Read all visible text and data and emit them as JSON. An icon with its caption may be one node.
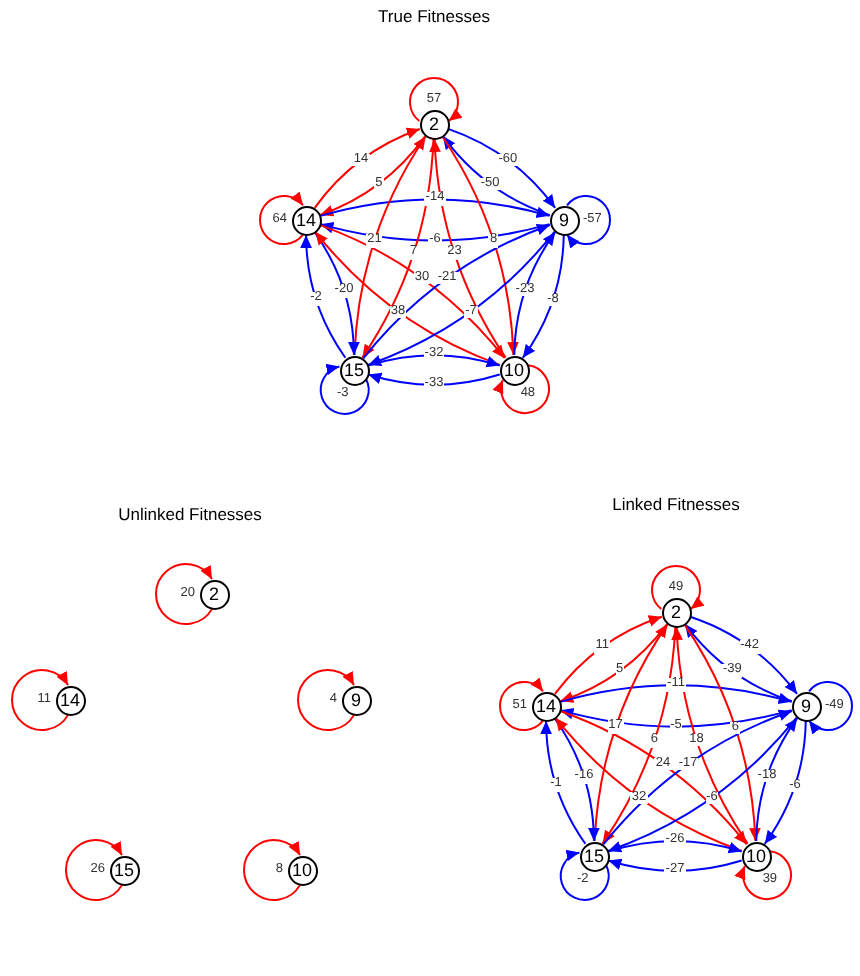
{
  "diagram": {
    "nodes": [
      {
        "text": [
          "2"
        ]
      },
      {
        "text": [
          "14"
        ]
      },
      {
        "text": [
          "9"
        ]
      },
      {
        "text": [
          "15"
        ]
      },
      {
        "text": [
          "10"
        ]
      },
      {
        "text": [
          "2"
        ]
      },
      {
        "text": [
          "14"
        ]
      },
      {
        "text": [
          "9"
        ]
      },
      {
        "text": [
          "15"
        ]
      },
      {
        "text": [
          "10"
        ]
      },
      {
        "text": [
          "2"
        ]
      },
      {
        "text": [
          "14"
        ]
      },
      {
        "text": [
          "9"
        ]
      },
      {
        "text": [
          "15"
        ]
      },
      {
        "text": [
          "10"
        ]
      }
    ],
    "edges": [
      {
        "from": 0,
        "to": 0,
        "arrow": "to",
        "label": "57",
        "color": "#ff0000"
      },
      {
        "from": 1,
        "to": 1,
        "arrow": "to",
        "label": "64",
        "color": "#ff0000"
      },
      {
        "from": 2,
        "to": 2,
        "arrow": "to",
        "label": "-57",
        "color": "#0000ff"
      },
      {
        "from": 3,
        "to": 3,
        "arrow": "to",
        "label": "-3",
        "color": "#0000ff"
      },
      {
        "from": 4,
        "to": 4,
        "arrow": "to",
        "label": "48",
        "color": "#ff0000"
      },
      {
        "from": 1,
        "to": 0,
        "arrow": "to",
        "label": "14",
        "color": "#ff0000"
      },
      {
        "from": 0,
        "to": 1,
        "arrow": "to",
        "label": "5",
        "color": "#ff0000"
      },
      {
        "from": 0,
        "to": 2,
        "arrow": "to",
        "label": "-60",
        "color": "#0000ff"
      },
      {
        "from": 2,
        "to": 0,
        "arrow": "to",
        "label": "-50",
        "color": "#0000ff"
      },
      {
        "from": 1,
        "to": 2,
        "arrow": "to",
        "label": "-14",
        "color": "#0000ff"
      },
      {
        "from": 2,
        "to": 1,
        "arrow": "to",
        "label": "-6",
        "color": "#0000ff"
      },
      {
        "from": 3,
        "to": 0,
        "arrow": "to",
        "label": "21",
        "color": "#ff0000"
      },
      {
        "from": 0,
        "to": 3,
        "arrow": "to",
        "label": "7",
        "color": "#ff0000"
      },
      {
        "from": 4,
        "to": 0,
        "arrow": "to",
        "label": "23",
        "color": "#ff0000"
      },
      {
        "from": 0,
        "to": 4,
        "arrow": "to",
        "label": "8",
        "color": "#ff0000"
      },
      {
        "from": 3,
        "to": 1,
        "arrow": "to",
        "label": "-2",
        "color": "#0000ff"
      },
      {
        "from": 1,
        "to": 3,
        "arrow": "to",
        "label": "-20",
        "color": "#0000ff"
      },
      {
        "from": 1,
        "to": 4,
        "arrow": "to",
        "label": "30",
        "color": "#ff0000"
      },
      {
        "from": 4,
        "to": 1,
        "arrow": "to",
        "label": "38",
        "color": "#ff0000"
      },
      {
        "from": 3,
        "to": 2,
        "arrow": "to",
        "label": "-21",
        "color": "#0000ff"
      },
      {
        "from": 2,
        "to": 3,
        "arrow": "to",
        "label": "-7",
        "color": "#0000ff"
      },
      {
        "from": 4,
        "to": 2,
        "arrow": "to",
        "label": "-23",
        "color": "#0000ff"
      },
      {
        "from": 2,
        "to": 4,
        "arrow": "to",
        "label": "-8",
        "color": "#0000ff"
      },
      {
        "from": 3,
        "to": 4,
        "arrow": "to",
        "label": "-32",
        "color": "#0000ff"
      },
      {
        "from": 4,
        "to": 3,
        "arrow": "to",
        "label": "-33",
        "color": "#0000ff"
      },
      {
        "from": 5,
        "to": 5,
        "arrow": "to",
        "label": "20",
        "color": "#ff0000"
      },
      {
        "from": 6,
        "to": 6,
        "arrow": "to",
        "label": "11",
        "color": "#ff0000"
      },
      {
        "from": 7,
        "to": 7,
        "arrow": "to",
        "label": "4",
        "color": "#ff0000"
      },
      {
        "from": 8,
        "to": 8,
        "arrow": "to",
        "label": "26",
        "color": "#ff0000"
      },
      {
        "from": 9,
        "to": 9,
        "arrow": "to",
        "label": "8",
        "color": "#ff0000"
      },
      {
        "from": 10,
        "to": 10,
        "arrow": "to",
        "label": "49",
        "color": "#ff0000"
      },
      {
        "from": 11,
        "to": 11,
        "arrow": "to",
        "label": "51",
        "color": "#ff0000"
      },
      {
        "from": 12,
        "to": 12,
        "arrow": "to",
        "label": "-49",
        "color": "#0000ff"
      },
      {
        "from": 13,
        "to": 13,
        "arrow": "to",
        "label": "-2",
        "color": "#0000ff"
      },
      {
        "from": 14,
        "to": 14,
        "arrow": "to",
        "label": "39",
        "color": "#ff0000"
      },
      {
        "from": 11,
        "to": 10,
        "arrow": "to",
        "label": "11",
        "color": "#ff0000"
      },
      {
        "from": 10,
        "to": 11,
        "arrow": "to",
        "label": "5",
        "color": "#ff0000"
      },
      {
        "from": 10,
        "to": 12,
        "arrow": "to",
        "label": "-42",
        "color": "#0000ff"
      },
      {
        "from": 12,
        "to": 10,
        "arrow": "to",
        "label": "-39",
        "color": "#0000ff"
      },
      {
        "from": 11,
        "to": 12,
        "arrow": "to",
        "label": "-11",
        "color": "#0000ff"
      },
      {
        "from": 12,
        "to": 11,
        "arrow": "to",
        "label": "-5",
        "color": "#0000ff"
      },
      {
        "from": 13,
        "to": 10,
        "arrow": "to",
        "label": "17",
        "color": "#ff0000"
      },
      {
        "from": 10,
        "to": 13,
        "arrow": "to",
        "label": "6",
        "color": "#ff0000"
      },
      {
        "from": 14,
        "to": 10,
        "arrow": "to",
        "label": "18",
        "color": "#ff0000"
      },
      {
        "from": 10,
        "to": 14,
        "arrow": "to",
        "label": "6",
        "color": "#ff0000"
      },
      {
        "from": 13,
        "to": 11,
        "arrow": "to",
        "label": "-1",
        "color": "#0000ff"
      },
      {
        "from": 11,
        "to": 13,
        "arrow": "to",
        "label": "-16",
        "color": "#0000ff"
      },
      {
        "from": 11,
        "to": 14,
        "arrow": "to",
        "label": "24",
        "color": "#ff0000"
      },
      {
        "from": 14,
        "to": 11,
        "arrow": "to",
        "label": "32",
        "color": "#ff0000"
      },
      {
        "from": 13,
        "to": 12,
        "arrow": "to",
        "label": "-17",
        "color": "#0000ff"
      },
      {
        "from": 12,
        "to": 13,
        "arrow": "to",
        "label": "-6",
        "color": "#0000ff"
      },
      {
        "from": 14,
        "to": 12,
        "arrow": "to",
        "label": "-18",
        "color": "#0000ff"
      },
      {
        "from": 12,
        "to": 14,
        "arrow": "to",
        "label": "-6",
        "color": "#0000ff"
      },
      {
        "from": 13,
        "to": 14,
        "arrow": "to",
        "label": "-26",
        "color": "#0000ff"
      },
      {
        "from": 14,
        "to": 13,
        "arrow": "to",
        "label": "-27",
        "color": "#0000ff"
      }
    ],
    "labels": [
      "True Fitnesses",
      "Unlinked Fitnesses",
      "Linked Fitnesses"
    ]
  }
}
